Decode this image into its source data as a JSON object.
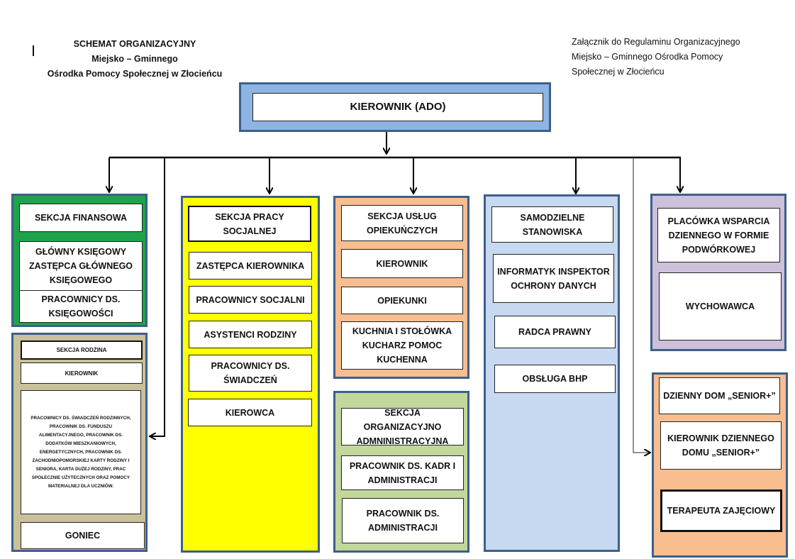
{
  "header": {
    "title_lines": [
      "SCHEMAT ORGANIZACYJNY",
      "Miejsko – Gminnego",
      "Ośrodka Pomocy Społecznej w Złocieńcu"
    ],
    "annex_lines": [
      "Załącznik do Regulaminu Organizacyjnego",
      "Miejsko – Gminnego Ośrodka Pomocy",
      "Społecznej w Złocieńcu"
    ]
  },
  "root": {
    "label": "KIEROWNIK (ADO)",
    "color": "#8eb4e3"
  },
  "colors": {
    "panel_border": "#3e5f8a",
    "finance": "#1fa34a",
    "family": "#c9c19b",
    "social": "#ffff00",
    "care": "#f8be8f",
    "admin": "#c3d69b",
    "independent": "#c6d9f0",
    "daycare": "#ccc0da",
    "senior": "#f8be8f"
  },
  "sections": {
    "finance": {
      "items": [
        "SEKCJA FINANSOWA",
        "GŁÓWNY KSIĘGOWY ZASTĘPCA GŁÓWNEGO KSIĘGOWEGO",
        "PRACOWNICY DS. KSIĘGOWOŚCI"
      ]
    },
    "family": {
      "items": [
        "SEKCJA RODZINA",
        "KIEROWNIK",
        "PRACOWNICY DS. ŚWIADCZEŃ RODZINNYCH, PRACOWNIK DS. FUNDUSZU ALIMENTACYJNEGO, PRACOWNIK DS. DODATKÓW MIESZKANIOWYCH, ENERGETYCZNYCH, PRACOWNIK DS. ZACHODNIOPOMORSKIEJ KARTY RODZINY I SENIORA, KARTA DUŻEJ RODZINY, PRAC SPOŁECZNIE UŻYTECZNYCH ORAZ POMOCY MATERIALNEJ DLA UCZNIÓW.",
        "GONIEC"
      ]
    },
    "social": {
      "items": [
        "SEKCJA PRACY SOCJALNEJ",
        "ZASTĘPCA KIEROWNIKA",
        "PRACOWNICY SOCJALNI",
        "ASYSTENCI RODZINY",
        "PRACOWNICY DS. ŚWIADCZEŃ",
        "KIEROWCA"
      ]
    },
    "care": {
      "items": [
        "SEKCJA USŁUG OPIEKUŃCZYCH",
        "KIEROWNIK",
        "OPIEKUNKI",
        "KUCHNIA I STOŁÓWKA KUCHARZ POMOC KUCHENNA"
      ]
    },
    "admin": {
      "items": [
        "SEKCJA ORGANIZACYJNO ADMNINISTRACYJNA",
        "PRACOWNIK DS. KADR I ADMINISTRACJI",
        "PRACOWNIK DS. ADMINISTRACJI"
      ]
    },
    "independent": {
      "items": [
        "SAMODZIELNE STANOWISKA",
        "INFORMATYK INSPEKTOR OCHRONY DANYCH",
        "RADCA PRAWNY",
        "OBSŁUGA BHP"
      ]
    },
    "daycare": {
      "items": [
        "PLACÓWKA WSPARCIA DZIENNEGO W FORMIE PODWÓRKOWEJ",
        "WYCHOWAWCA"
      ]
    },
    "senior": {
      "items": [
        "DZIENNY DOM „SENIOR+”",
        "KIEROWNIK DZIENNEGO DOMU „SENIOR+”",
        "TERAPEUTA ZAJĘCIOWY"
      ]
    }
  }
}
